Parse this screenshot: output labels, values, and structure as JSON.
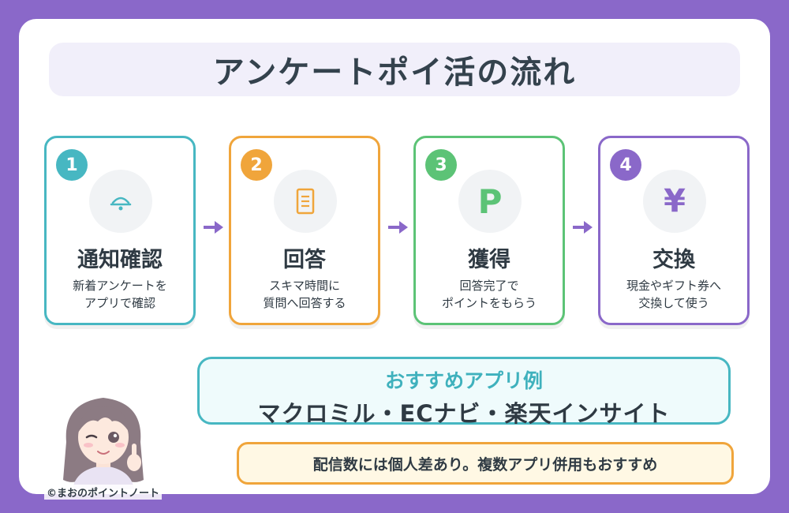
{
  "title": "アンケートポイ活の流れ",
  "steps": [
    {
      "number": "1",
      "title": "通知確認",
      "desc_line1": "新着アンケートを",
      "desc_line2": "アプリで確認",
      "icon": "bell-icon",
      "color": "#47b7c2"
    },
    {
      "number": "2",
      "title": "回答",
      "desc_line1": "スキマ時間に",
      "desc_line2": "質問へ回答する",
      "icon": "document-icon",
      "color": "#f0a53b"
    },
    {
      "number": "3",
      "title": "獲得",
      "desc_line1": "回答完了で",
      "desc_line2": "ポイントをもらう",
      "icon": "point-p-icon",
      "icon_text": "P",
      "color": "#5cc376"
    },
    {
      "number": "4",
      "title": "交換",
      "desc_line1": "現金やギフト券へ",
      "desc_line2": "交換して使う",
      "icon": "yen-icon",
      "icon_text": "¥",
      "color": "#8a68c9"
    }
  ],
  "arrow_color": "#8a68c9",
  "recommend": {
    "title": "おすすめアプリ例",
    "apps": "マクロミル・ECナビ・楽天インサイト",
    "color": "#47b7c2"
  },
  "note": "配信数には個人差あり。複数アプリ併用もおすすめ",
  "credit": "©まおのポイントノート"
}
